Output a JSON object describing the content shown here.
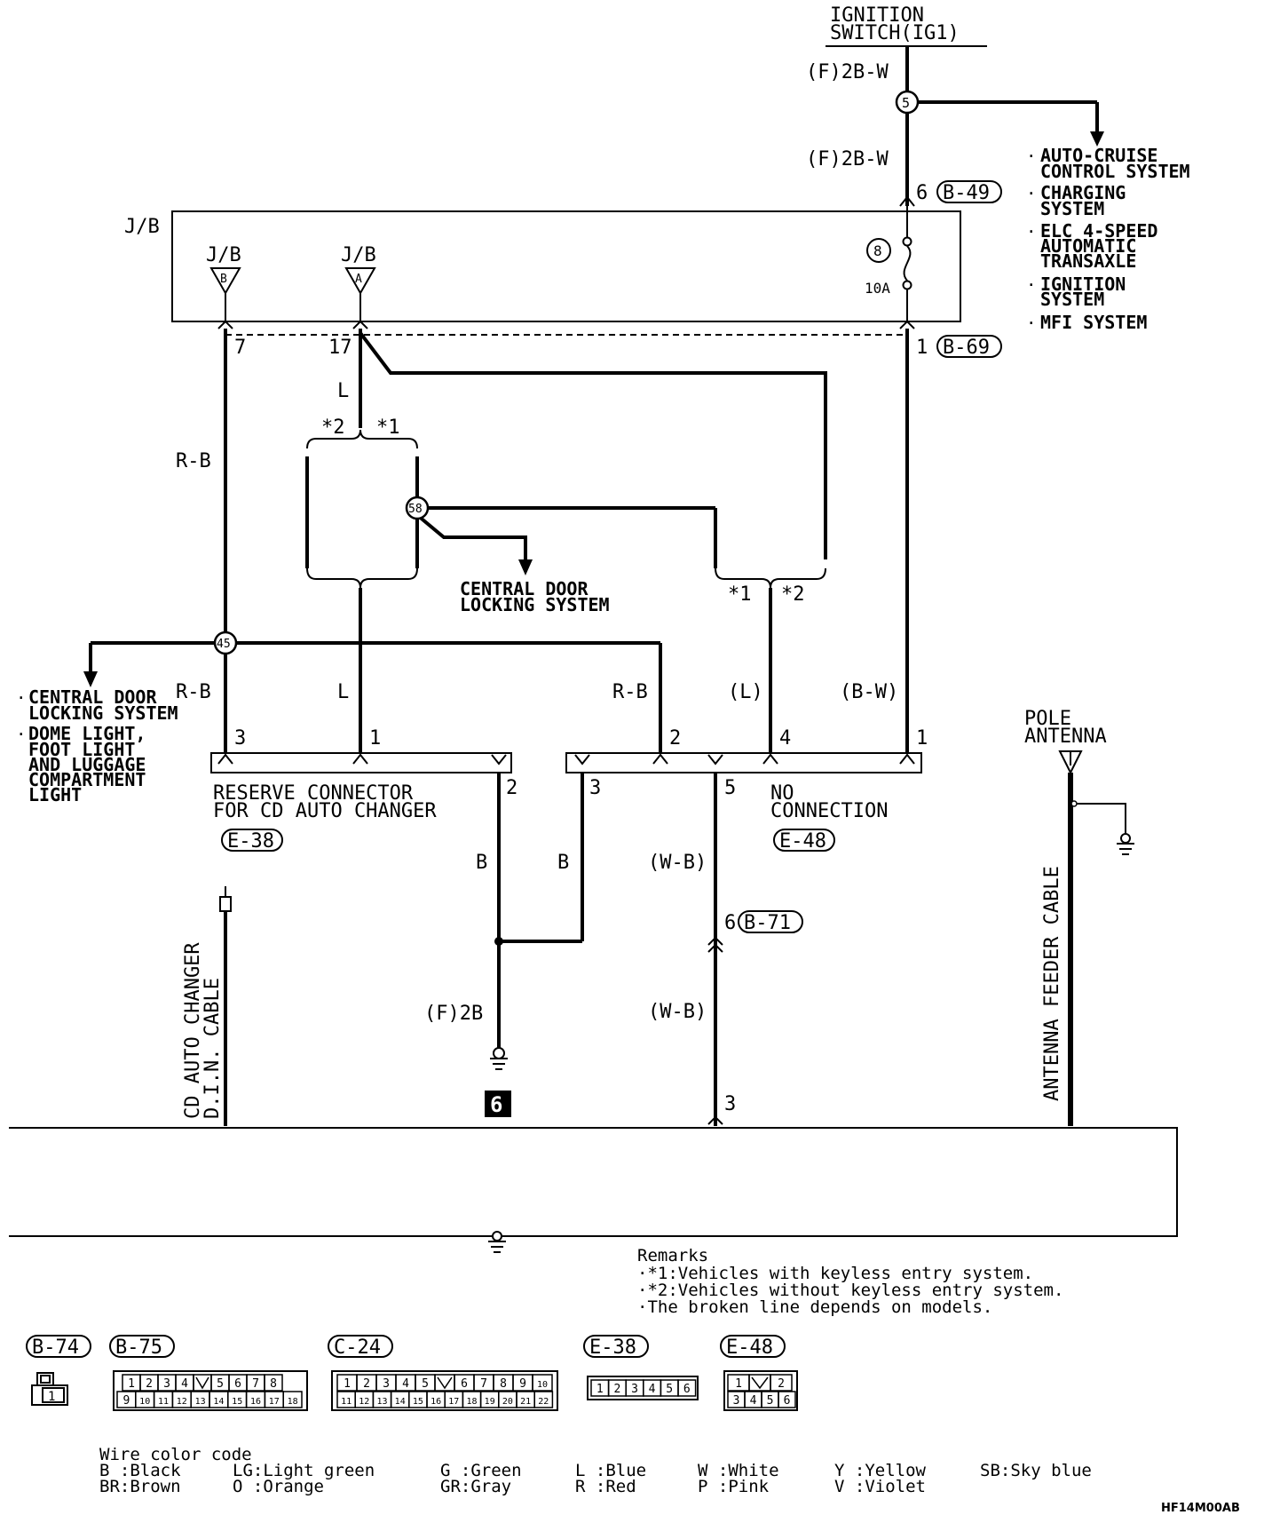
{
  "ignition": {
    "line1": "IGNITION",
    "line2": "SWITCH(IG1)"
  },
  "wire_labels": {
    "f2bw_top": "(F)2B-W",
    "f2bw_mid": "(F)2B-W",
    "l_upper": "L",
    "rb_left": "R-B",
    "rb_lower": "R-B",
    "l_lower": "L",
    "rb_right": "R-B",
    "l_paren": "(L)",
    "bw_paren": "(B-W)",
    "b_left": "B",
    "b_right": "B",
    "wb_upper": "(W-B)",
    "wb_lower": "(W-B)",
    "f2b": "(F)2B"
  },
  "splices": {
    "s5": "5",
    "s58": "58",
    "s45": "45",
    "fuse_no": "8"
  },
  "fuse": {
    "rating": "10A"
  },
  "jb": {
    "label": "J/B",
    "conn_b_title": "J/B",
    "conn_b": "B",
    "conn_a_title": "J/B",
    "conn_a": "A"
  },
  "pins": {
    "jb_7": "7",
    "jb_17": "17",
    "jb_1": "1",
    "b49_6": "6",
    "e38_3": "3",
    "e38_1": "1",
    "e38_2": "2",
    "e48_2": "2",
    "e48_4": "4",
    "e48_1": "1",
    "e48_3": "3",
    "e48_5": "5",
    "b71_6": "6",
    "radio_3": "3"
  },
  "markers": {
    "m2": "*2",
    "m1": "*1",
    "m1b": "*1",
    "m2b": "*2"
  },
  "connectors": {
    "b49": "B-49",
    "b69": "B-69",
    "e38": "E-38",
    "e48": "E-48",
    "b71": "B-71",
    "b74": "B-74",
    "b75": "B-75",
    "c24": "C-24",
    "e38_view": "E-38",
    "e48_view": "E-48"
  },
  "ground_no": "6",
  "systems_right": [
    [
      "AUTO-CRUISE",
      "CONTROL SYSTEM"
    ],
    [
      "CHARGING",
      "SYSTEM"
    ],
    [
      "ELC 4-SPEED",
      "AUTOMATIC",
      "TRANSAXLE"
    ],
    [
      "IGNITION",
      "SYSTEM"
    ],
    [
      "MFI SYSTEM"
    ]
  ],
  "systems_left": [
    [
      "CENTRAL DOOR",
      "LOCKING SYSTEM"
    ],
    [
      "DOME LIGHT,",
      "FOOT LIGHT",
      "AND LUGGAGE",
      "COMPARTMENT",
      "LIGHT"
    ]
  ],
  "central_door": {
    "line1": "CENTRAL DOOR",
    "line2": "LOCKING SYSTEM"
  },
  "reserve_conn": {
    "line1": "RESERVE CONNECTOR",
    "line2": "FOR CD AUTO CHANGER"
  },
  "no_conn": {
    "line1": "NO",
    "line2": "CONNECTION"
  },
  "pole_antenna": {
    "line1": "POLE",
    "line2": "ANTENNA"
  },
  "cables": {
    "cd_line1": "CD AUTO CHANGER",
    "cd_line2": "D.I.N. CABLE",
    "antenna_feeder": "ANTENNA FEEDER CABLE"
  },
  "remarks": {
    "title": "Remarks",
    "items": [
      "·*1:Vehicles with keyless entry system.",
      "·*2:Vehicles without keyless entry system.",
      "·The broken line depends on models."
    ]
  },
  "connector_views": {
    "b74_pin": "1",
    "b75_row1": [
      "1",
      "2",
      "3",
      "4",
      "",
      "5",
      "6",
      "7",
      "8"
    ],
    "b75_row2": [
      "9",
      "10",
      "11",
      "12",
      "13",
      "14",
      "15",
      "16",
      "17",
      "18"
    ],
    "c24_row1": [
      "1",
      "2",
      "3",
      "4",
      "5",
      "",
      "6",
      "7",
      "8",
      "9",
      "10"
    ],
    "c24_row2": [
      "11",
      "12",
      "13",
      "14",
      "15",
      "16",
      "17",
      "18",
      "19",
      "20",
      "21",
      "22"
    ],
    "e38_row": [
      "1",
      "2",
      "3",
      "4",
      "5",
      "6"
    ],
    "e48_row1": [
      "1",
      "",
      "2"
    ],
    "e48_row2": [
      "3",
      "4",
      "5",
      "6"
    ]
  },
  "wire_color_code": {
    "title": "Wire color code",
    "row1": [
      "B :Black",
      "LG:Light green",
      "G :Green",
      "L :Blue",
      "W :White",
      "Y :Yellow",
      "SB:Sky blue"
    ],
    "row2": [
      "BR:Brown",
      "O :Orange",
      "GR:Gray",
      "R :Red",
      "P :Pink",
      "V :Violet"
    ]
  },
  "figure_code": "HF14M00AB"
}
